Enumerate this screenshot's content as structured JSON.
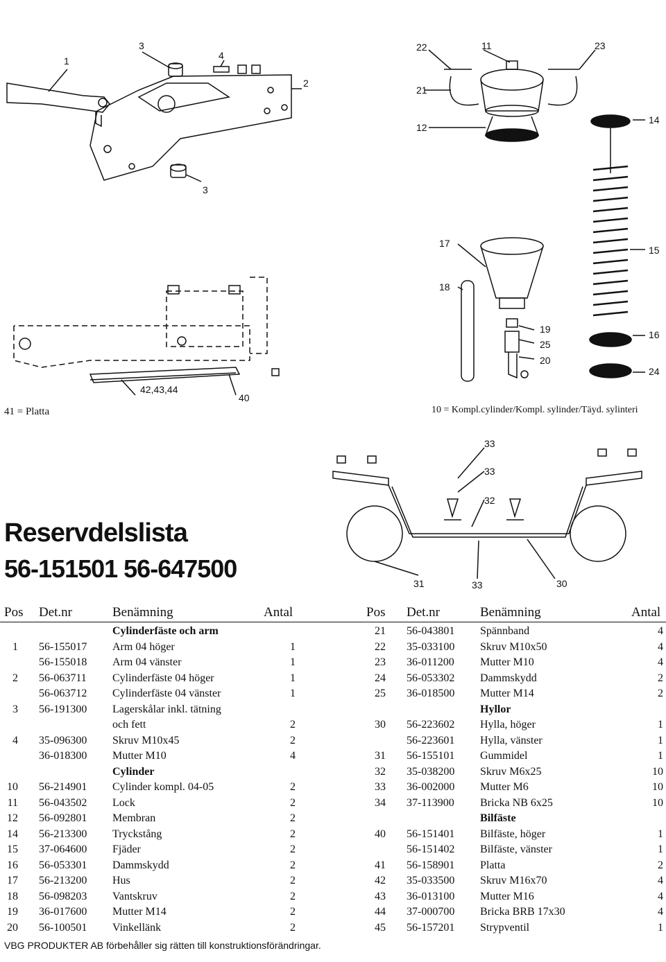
{
  "drawing_labels": {
    "n1": "1",
    "n3a": "3",
    "n4": "4",
    "n2": "2",
    "n3b": "3",
    "n22": "22",
    "n11": "11",
    "n23": "23",
    "n21": "21",
    "n12": "12",
    "n14": "14",
    "n17": "17",
    "n15": "15",
    "n18": "18",
    "n19": "19",
    "n25": "25",
    "n20": "20",
    "n16": "16",
    "n24": "24",
    "n424344": "42,43,44",
    "n40": "40",
    "n33a": "33",
    "n33b": "33",
    "n32": "32",
    "n31": "31",
    "n33c": "33",
    "n30": "30"
  },
  "captions": {
    "platta": "41 = Platta",
    "cylinder_note": "10 = Kompl.cylinder/Kompl. sylinder/Täyd. sylinteri"
  },
  "title": "Reservdelslista",
  "subtitle": "56-151501 56-647500",
  "table_header": {
    "pos": "Pos",
    "detnr": "Det.nr",
    "name": "Benämning",
    "qty": "Antal"
  },
  "left_rows": [
    {
      "section": "Cylinderfäste och arm"
    },
    {
      "pos": "1",
      "detnr": "56-155017",
      "name": "Arm 04 höger",
      "qty": "1"
    },
    {
      "pos": "",
      "detnr": "56-155018",
      "name": "Arm 04 vänster",
      "qty": "1"
    },
    {
      "pos": "2",
      "detnr": "56-063711",
      "name": "Cylinderfäste 04 höger",
      "qty": "1"
    },
    {
      "pos": "",
      "detnr": "56-063712",
      "name": "Cylinderfäste 04 vänster",
      "qty": "1"
    },
    {
      "pos": "3",
      "detnr": "56-191300",
      "name": "Lagerskålar inkl. tätning",
      "qty": ""
    },
    {
      "pos": "",
      "detnr": "",
      "name": "och fett",
      "qty": "2"
    },
    {
      "pos": "4",
      "detnr": "35-096300",
      "name": "Skruv M10x45",
      "qty": "2"
    },
    {
      "pos": "",
      "detnr": "36-018300",
      "name": "Mutter M10",
      "qty": "4"
    },
    {
      "section": "Cylinder"
    },
    {
      "pos": "10",
      "detnr": "56-214901",
      "name": "Cylinder kompl. 04-05",
      "qty": "2"
    },
    {
      "pos": "11",
      "detnr": "56-043502",
      "name": "Lock",
      "qty": "2"
    },
    {
      "pos": "12",
      "detnr": "56-092801",
      "name": "Membran",
      "qty": "2"
    },
    {
      "pos": "14",
      "detnr": "56-213300",
      "name": "Tryckstång",
      "qty": "2"
    },
    {
      "pos": "15",
      "detnr": "37-064600",
      "name": "Fjäder",
      "qty": "2"
    },
    {
      "pos": "16",
      "detnr": "56-053301",
      "name": "Dammskydd",
      "qty": "2"
    },
    {
      "pos": "17",
      "detnr": "56-213200",
      "name": "Hus",
      "qty": "2"
    },
    {
      "pos": "18",
      "detnr": "56-098203",
      "name": "Vantskruv",
      "qty": "2"
    },
    {
      "pos": "19",
      "detnr": "36-017600",
      "name": "Mutter M14",
      "qty": "2"
    },
    {
      "pos": "20",
      "detnr": "56-100501",
      "name": "Vinkellänk",
      "qty": "2"
    }
  ],
  "right_rows": [
    {
      "pos": "21",
      "detnr": "56-043801",
      "name": "Spännband",
      "qty": "4"
    },
    {
      "pos": "22",
      "detnr": "35-033100",
      "name": "Skruv M10x50",
      "qty": "4"
    },
    {
      "pos": "23",
      "detnr": "36-011200",
      "name": "Mutter M10",
      "qty": "4"
    },
    {
      "pos": "24",
      "detnr": "56-053302",
      "name": "Dammskydd",
      "qty": "2"
    },
    {
      "pos": "25",
      "detnr": "36-018500",
      "name": "Mutter M14",
      "qty": "2"
    },
    {
      "section": "Hyllor"
    },
    {
      "pos": "30",
      "detnr": "56-223602",
      "name": "Hylla, höger",
      "qty": "1"
    },
    {
      "pos": "",
      "detnr": "56-223601",
      "name": "Hylla, vänster",
      "qty": "1"
    },
    {
      "pos": "31",
      "detnr": "56-155101",
      "name": "Gummidel",
      "qty": "1"
    },
    {
      "pos": "32",
      "detnr": "35-038200",
      "name": "Skruv M6x25",
      "qty": "10"
    },
    {
      "pos": "33",
      "detnr": "36-002000",
      "name": "Mutter M6",
      "qty": "10"
    },
    {
      "pos": "34",
      "detnr": "37-113900",
      "name": "Bricka NB 6x25",
      "qty": "10"
    },
    {
      "section": "Bilfäste"
    },
    {
      "pos": "40",
      "detnr": "56-151401",
      "name": "Bilfäste, höger",
      "qty": "1"
    },
    {
      "pos": "",
      "detnr": "56-151402",
      "name": "Bilfäste, vänster",
      "qty": "1"
    },
    {
      "pos": "41",
      "detnr": "56-158901",
      "name": "Platta",
      "qty": "2"
    },
    {
      "pos": "42",
      "detnr": "35-033500",
      "name": "Skruv M16x70",
      "qty": "4"
    },
    {
      "pos": "43",
      "detnr": "36-013100",
      "name": "Mutter M16",
      "qty": "4"
    },
    {
      "pos": "44",
      "detnr": "37-000700",
      "name": "Bricka BRB 17x30",
      "qty": "4"
    },
    {
      "pos": "45",
      "detnr": "56-157201",
      "name": "Strypventil",
      "qty": "1"
    }
  ],
  "footer": "VBG PRODUKTER AB förbehåller sig rätten till konstruktionsförändringar."
}
